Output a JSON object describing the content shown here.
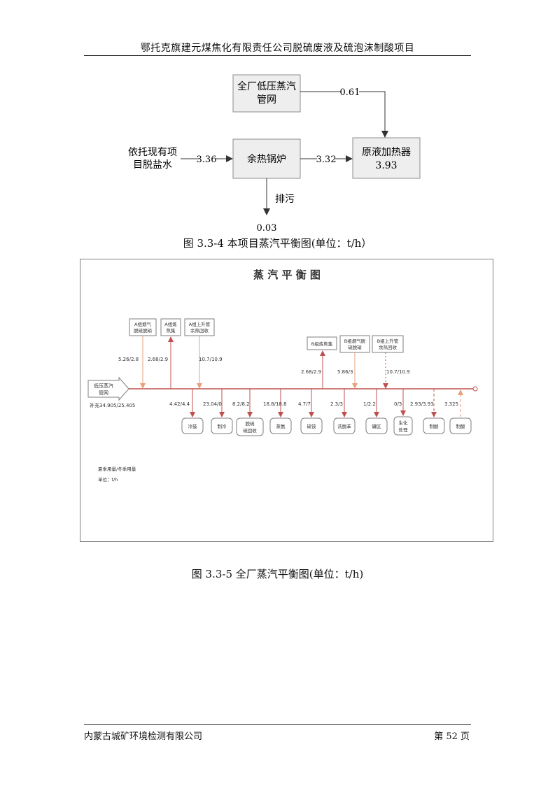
{
  "header": {
    "title": "鄂托克旗建元煤焦化有限责任公司脱硫废液及硫泡沫制酸项目"
  },
  "figure1": {
    "boxes": {
      "network": [
        "全厂低压蒸汽",
        "管网"
      ],
      "boiler": "余热锅炉",
      "heater": [
        "原液加热器",
        "3.93"
      ]
    },
    "source": [
      "依托现有项",
      "目脱盐水"
    ],
    "flows": {
      "supply": "3.36",
      "to_heater": "3.32",
      "from_network": "0.61",
      "drain_label": "排污",
      "drain_value": "0.03"
    },
    "caption": "图 3.3-4 本项目蒸汽平衡图(单位：t/h）"
  },
  "figure2": {
    "title": "蒸 汽 平 衡 图",
    "source": {
      "label": [
        "低压蒸汽",
        "管网"
      ],
      "supplement": "补充34.905/25.405"
    },
    "top_boxes": [
      {
        "lines": [
          "A组烟气",
          "脱硫脱硝"
        ],
        "value": "5.26/2.8"
      },
      {
        "lines": [
          "A组炼",
          "焦集"
        ],
        "value": "2.68/2.9"
      },
      {
        "lines": [
          "A组上升管",
          "余热回收"
        ],
        "value": "10.7/10.9"
      },
      {
        "lines": [
          "B组炼焦集"
        ],
        "value": "2.68/2.9"
      },
      {
        "lines": [
          "B组烟气脱",
          "硫脱硝"
        ],
        "value": "5.86/3"
      },
      {
        "lines": [
          "B组上升管",
          "余热回收"
        ],
        "value": "10.7/10.9"
      }
    ],
    "bottom_boxes": [
      {
        "lines": [
          "冷鼓"
        ],
        "value": "4.42/4.4"
      },
      {
        "lines": [
          "制冷"
        ],
        "value": "23.04/0"
      },
      {
        "lines": [
          "脱硫",
          "硫回收"
        ],
        "value": "8.2/8.2"
      },
      {
        "lines": [
          "蒸氨"
        ],
        "value": "18.8/18.8"
      },
      {
        "lines": [
          "硫铵"
        ],
        "value": "4.7/7"
      },
      {
        "lines": [
          "洗脱苯"
        ],
        "value": "2.3/3"
      },
      {
        "lines": [
          "罐区"
        ],
        "value": "1/2.2"
      },
      {
        "lines": [
          "生化",
          "处理"
        ],
        "value": "0/3"
      },
      {
        "lines": [
          "制酸"
        ],
        "value": "2.93/3.93"
      },
      {
        "lines": [
          "制酸"
        ],
        "value": "3.325"
      }
    ],
    "notes": [
      "夏季用量/冬季用量",
      "单位：t/h"
    ],
    "caption": "图 3.3-5 全厂蒸汽平衡图(单位：t/h)",
    "colors": {
      "supply": "#e8a07a",
      "consumer": "#c0504d",
      "border": "#7f7f7f"
    }
  },
  "footer": {
    "company": "内蒙古城矿环境检测有限公司",
    "page": "第 52 页"
  }
}
